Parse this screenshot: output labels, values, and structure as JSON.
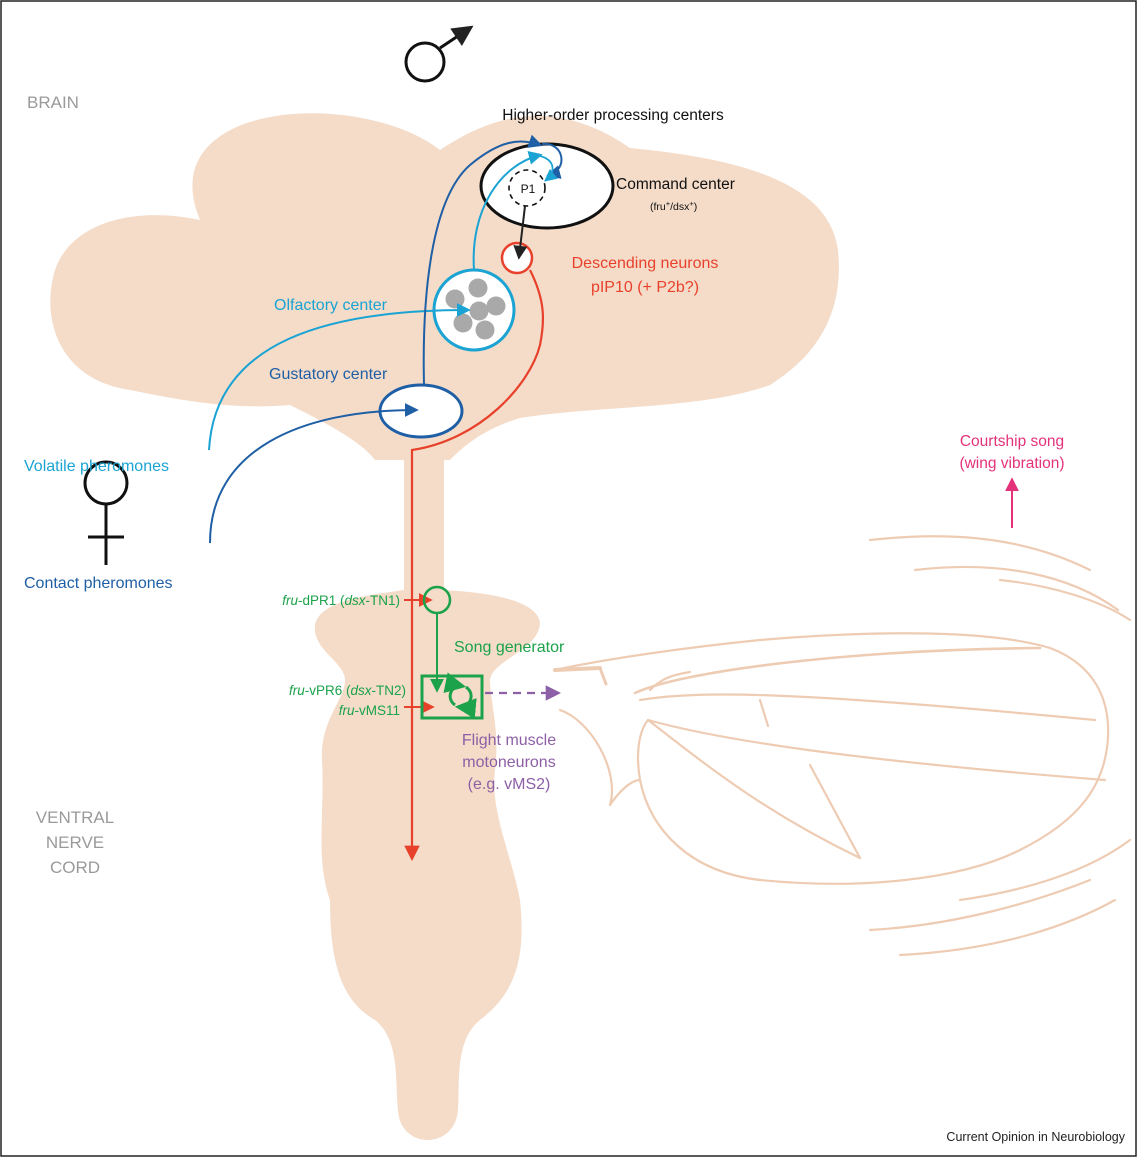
{
  "labels": {
    "brain": "BRAIN",
    "vnc_line1": "VENTRAL",
    "vnc_line2": "NERVE",
    "vnc_line3": "CORD",
    "higher_order": "Higher-order processing centers",
    "command_center": "Command center",
    "command_sub_a": "(fru",
    "command_sub_sup1": "+",
    "command_sub_b": "/dsx",
    "command_sub_sup2": "+",
    "command_sub_c": ")",
    "p1": "P1",
    "descending_1": "Descending neurons",
    "descending_2": "pIP10  (+ P2b?)",
    "olfactory": "Olfactory center",
    "gustatory": "Gustatory center",
    "volatile": "Volatile pheromones",
    "contact": "Contact pheromones",
    "courtship_1": "Courtship song",
    "courtship_2": "(wing vibration)",
    "dpr1_italic": "fru",
    "dpr1_a": "-dPR1 (",
    "dpr1_italic2": "dsx",
    "dpr1_b": "-TN1)",
    "vpr6_italic": "fru",
    "vpr6_a": "-vPR6 (",
    "vpr6_italic2": "dsx",
    "vpr6_b": "-TN2)",
    "vms11_italic": "fru",
    "vms11_a": "-vMS11",
    "song_generator": "Song generator",
    "flight_1": "Flight muscle",
    "flight_2": "motoneurons",
    "flight_3": "(e.g. vMS2)",
    "credit": "Current Opinion in Neurobiology"
  },
  "colors": {
    "body": "#f4dcc9",
    "wing": "#eecbb3",
    "gustatory_blue": "#1f5fa5",
    "olfactory_cyan": "#1aa3d3",
    "descending_red": "#e8412b",
    "song_green": "#1ba24a",
    "flight_purple": "#8d5fa6",
    "courtship_pink": "#e4327a",
    "region_gray": "#9a9a9a",
    "glomerulus_gray": "#a9a9a9"
  },
  "icons": [
    "male-symbol-icon",
    "female-symbol-icon"
  ]
}
